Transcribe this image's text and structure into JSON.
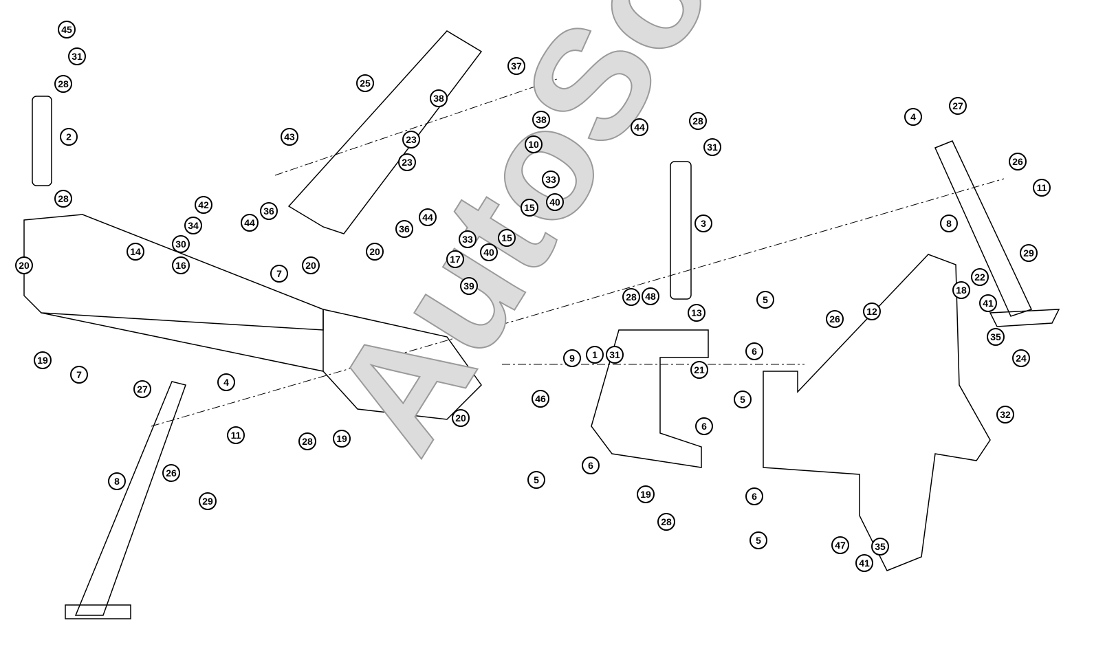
{
  "watermark": "AutoSoft",
  "callouts": [
    "45",
    "31",
    "28",
    "2",
    "28",
    "20",
    "19",
    "7",
    "14",
    "42",
    "34",
    "30",
    "16",
    "44",
    "36",
    "20",
    "7",
    "43",
    "25",
    "38",
    "23",
    "23",
    "37",
    "38",
    "10",
    "33",
    "40",
    "15",
    "15",
    "40",
    "33",
    "44",
    "36",
    "20",
    "17",
    "39",
    "44",
    "28",
    "31",
    "3",
    "28",
    "48",
    "13",
    "1",
    "31",
    "9",
    "21",
    "46",
    "20",
    "28",
    "19",
    "27",
    "4",
    "11",
    "26",
    "29",
    "8",
    "5",
    "6",
    "26",
    "12",
    "5",
    "6",
    "5",
    "6",
    "19",
    "28",
    "6",
    "5",
    "47",
    "35",
    "41",
    "32",
    "24",
    "35",
    "41",
    "18",
    "22",
    "8",
    "29",
    "11",
    "26",
    "4",
    "27"
  ]
}
